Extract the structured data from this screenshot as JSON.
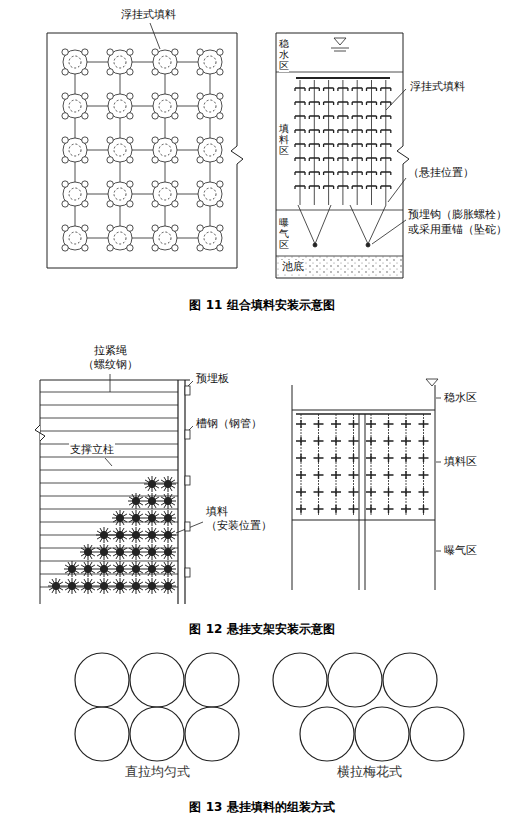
{
  "diagram": {
    "labels": [
      "浮挂式填料",
      "稳水区",
      "浮挂式填料",
      "填料区",
      "（悬挂位置）",
      "曝气区",
      "预埋钩（膨胀螺栓）",
      "或采用重锚（坠砣）",
      "池底",
      "图 11 组合填料安装示意图",
      "拉紧绳",
      "（螺纹钢）",
      "预埋板",
      "槽钢（钢管）",
      "稳水区",
      "支撑立柱",
      "填料区",
      "填料",
      "（安装位置）",
      "曝气区",
      "图 12 悬挂支架安装示意图",
      "直拉均匀式",
      "横拉梅花式",
      "图 13 悬挂填料的组装方式"
    ]
  }
}
